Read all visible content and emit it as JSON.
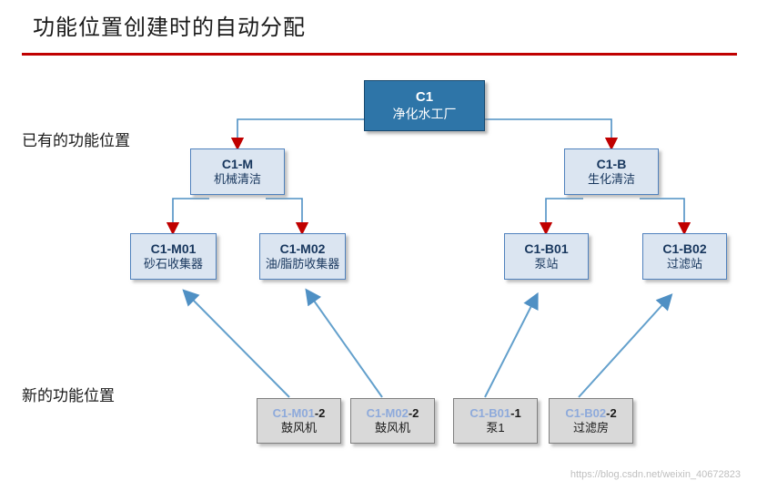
{
  "page": {
    "title": "功能位置创建时的自动分配",
    "watermark": "https://blog.csdn.net/weixin_40672823",
    "accent_rule_color": "#c00000"
  },
  "labels": {
    "existing": "已有的功能位置",
    "new": "新的功能位置"
  },
  "nodes": {
    "root": {
      "code": "C1",
      "desc": "净化水工厂"
    },
    "level2": [
      {
        "code": "C1-M",
        "desc": "机械清洁"
      },
      {
        "code": "C1-B",
        "desc": "生化清洁"
      }
    ],
    "level3": [
      {
        "code": "C1-M01",
        "desc": "砂石收集器"
      },
      {
        "code": "C1-M02",
        "desc": "油/脂肪收集器"
      },
      {
        "code": "C1-B01",
        "desc": "泵站"
      },
      {
        "code": "C1-B02",
        "desc": "过滤站"
      }
    ],
    "new": [
      {
        "code_prefix": "C1-M01",
        "code_suffix": "-2",
        "desc": "鼓风机"
      },
      {
        "code_prefix": "C1-M02",
        "code_suffix": "-2",
        "desc": "鼓风机"
      },
      {
        "code_prefix": "C1-B01",
        "code_suffix": "-1",
        "desc": "泵1"
      },
      {
        "code_prefix": "C1-B02",
        "code_suffix": "-2",
        "desc": "过滤房"
      }
    ]
  }
}
